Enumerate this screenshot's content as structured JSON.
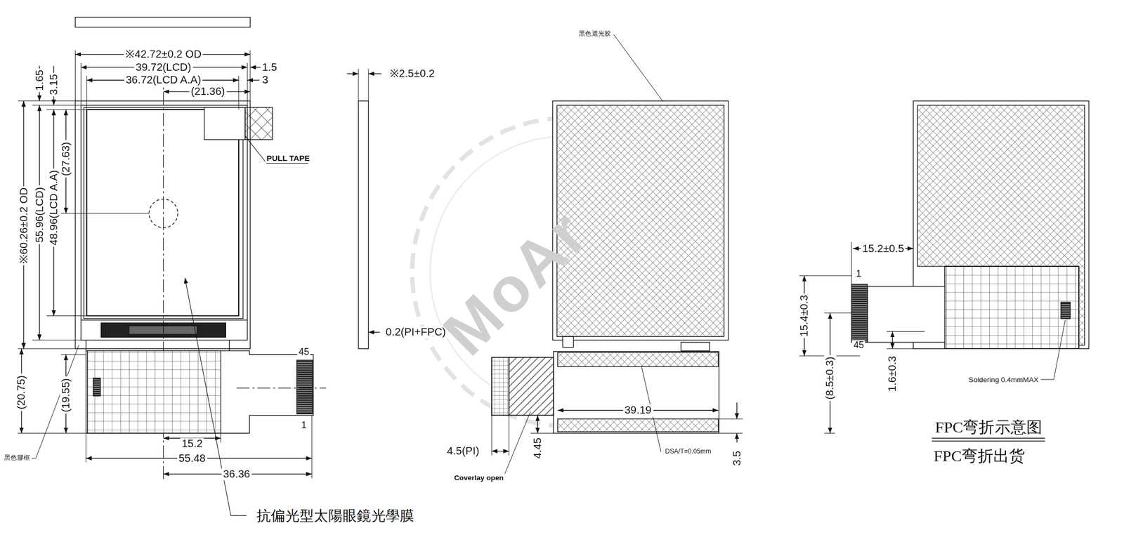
{
  "diagram": {
    "labels": [
      "※42.72±0.2 OD",
      "39.72(LCD)",
      "1.5",
      "36.72(LCD A.A)",
      "3",
      "(21.36)",
      "1.65",
      "3.15",
      "(27.63)",
      "48.96(LCD A.A)",
      "55.96(LCD)",
      "※60.26±0.2 OD",
      "PULL TAPE",
      "45",
      "1",
      "(20.75)",
      "(19.55)",
      "15.2",
      "55.48",
      "36.36",
      "黑色膠框",
      "抗偏光型太陽眼鏡光學膜",
      "※2.5±0.2",
      "0.2(PI+FPC)",
      "黑色遮光胶",
      "MoAr",
      "39.19",
      "DSA/T=0.05mm",
      "3.5",
      "4.45",
      "4.5(PI)",
      "Coverlay open",
      "15.2±0.5",
      "1",
      "15.4±0.3",
      "45",
      "(8.5±0.3)",
      "1.6±0.3",
      "Soldering 0.4mmMAX",
      "FPC弯折示意图",
      "FPC弯折出货"
    ]
  }
}
